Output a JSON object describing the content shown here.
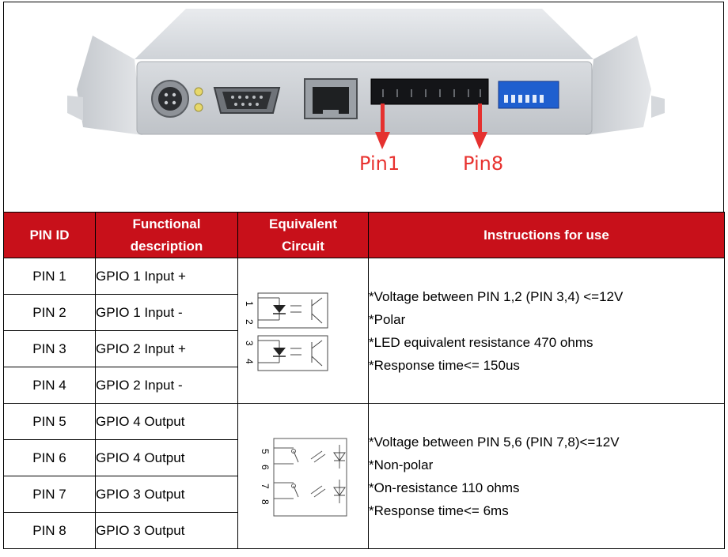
{
  "photo": {
    "pin_labels": [
      "Pin1",
      "Pin8"
    ],
    "label_color": "#e8322f",
    "arrow_color": "#e5312f"
  },
  "table": {
    "headers": [
      "PIN ID",
      "Functional description",
      "Equivalent Circuit",
      "Instructions for use"
    ],
    "header_bg": "#c8101a",
    "rows": [
      {
        "pin": "PIN 1",
        "func": "GPIO 1 Input +"
      },
      {
        "pin": "PIN 2",
        "func": "GPIO 1 Input -"
      },
      {
        "pin": "PIN 3",
        "func": "GPIO 2 Input +"
      },
      {
        "pin": "PIN 4",
        "func": "GPIO 2 Input -"
      },
      {
        "pin": "PIN 5",
        "func": "GPIO 4 Output"
      },
      {
        "pin": "PIN 6",
        "func": "GPIO 4 Output"
      },
      {
        "pin": "PIN 7",
        "func": "GPIO 3 Output"
      },
      {
        "pin": "PIN 8",
        "func": "GPIO 3 Output"
      }
    ],
    "circuits": [
      {
        "pin_numbers": [
          "1",
          "2",
          "3",
          "4"
        ]
      },
      {
        "pin_numbers": [
          "5",
          "6",
          "7",
          "8"
        ]
      }
    ],
    "instructions": [
      [
        "*Voltage between PIN 1,2 (PIN 3,4) <=12V",
        "*Polar",
        "*LED equivalent resistance 470 ohms",
        "*Response time<= 150us"
      ],
      [
        "*Voltage between PIN 5,6 (PIN 7,8)<=12V",
        "*Non-polar",
        "*On-resistance 110 ohms",
        "*Response time<= 6ms"
      ]
    ]
  }
}
